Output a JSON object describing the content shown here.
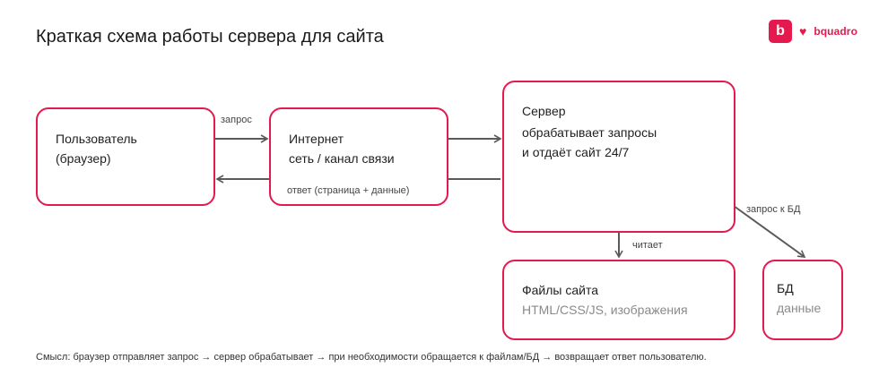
{
  "title": "Краткая схема работы сервера для сайта",
  "logo": {
    "mark": "b",
    "heart_icon": "heart-icon",
    "brand": "bquadro"
  },
  "nodes": {
    "user": {
      "line1": "Пользователь",
      "line2": "(браузер)"
    },
    "internet": {
      "line1": "Интернет",
      "line2": "сеть / канал связи"
    },
    "server": {
      "line1": "Сервер",
      "line2": "обрабатывает запросы",
      "line3": "и отдаёт сайт 24/7"
    },
    "files": {
      "line1": "Файлы сайта",
      "line2": "HTML/CSS/JS, изображения"
    },
    "db": {
      "line1": "БД",
      "line2": "данные"
    }
  },
  "edges": {
    "request": "запрос",
    "response": "ответ (страница + данные)",
    "reads": "читает",
    "db_request": "запрос к БД"
  },
  "caption": "Смысл: браузер отправляет запрос → сервер обрабатывает → при необходимости обращается к файлам/БД → возвращает ответ пользователю.",
  "colors": {
    "accent": "#e5194e",
    "arrow": "#5a5a5a",
    "muted_text": "#8a8a8a"
  }
}
